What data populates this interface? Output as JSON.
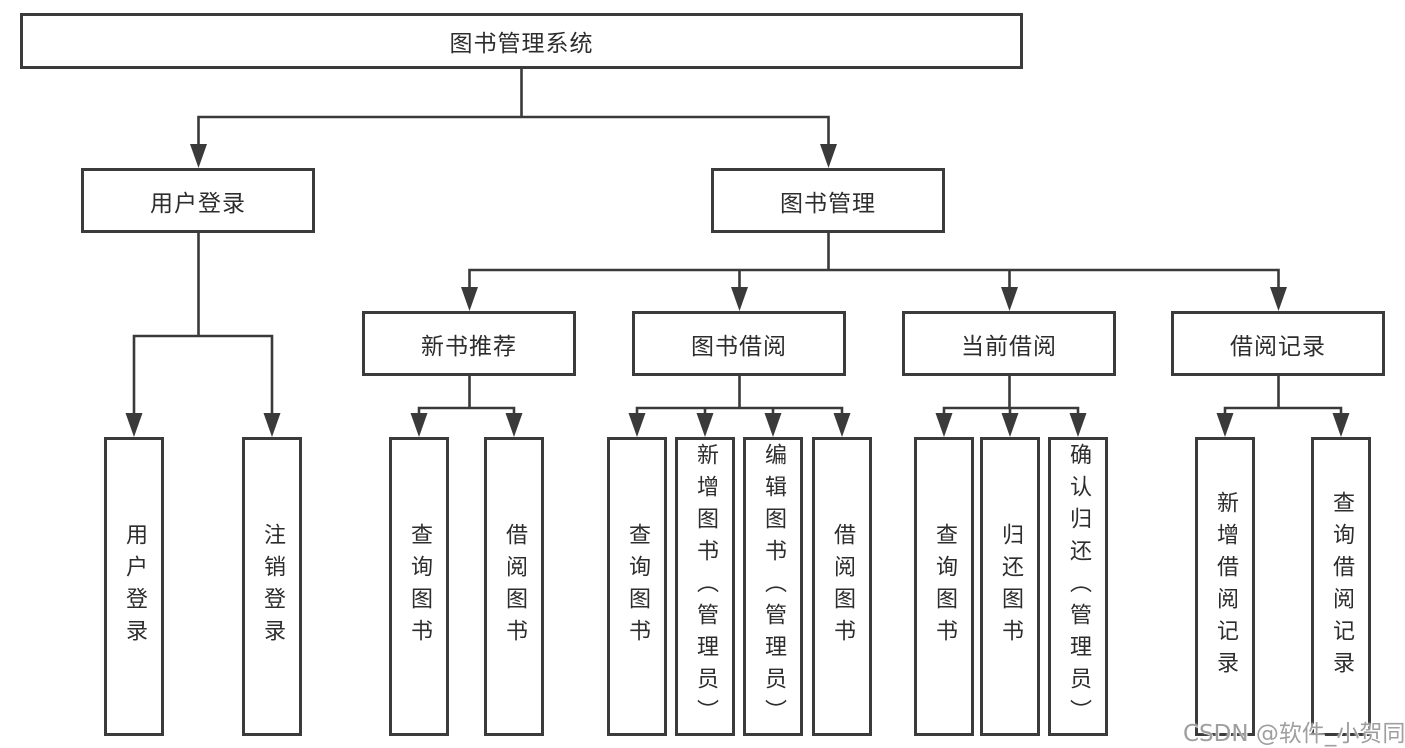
{
  "tree": {
    "label": "图书管理系统",
    "children": [
      {
        "label": "用户登录",
        "children": [
          {
            "label": "用户登录"
          },
          {
            "label": "注销登录"
          }
        ]
      },
      {
        "label": "图书管理",
        "children": [
          {
            "label": "新书推荐",
            "children": [
              {
                "label": "查询图书"
              },
              {
                "label": "借阅图书"
              }
            ]
          },
          {
            "label": "图书借阅",
            "children": [
              {
                "label": "查询图书"
              },
              {
                "label": "新增图书（管理员）"
              },
              {
                "label": "编辑图书（管理员）"
              },
              {
                "label": "借阅图书"
              }
            ]
          },
          {
            "label": "当前借阅",
            "children": [
              {
                "label": "查询图书"
              },
              {
                "label": "归还图书"
              },
              {
                "label": "确认归还（管理员）"
              }
            ]
          },
          {
            "label": "借阅记录",
            "children": [
              {
                "label": "新增借阅记录"
              },
              {
                "label": "查询借阅记录"
              }
            ]
          }
        ]
      }
    ]
  },
  "watermark": {
    "text": "CSDN @软件_小贺同学"
  },
  "colors": {
    "line": "#3a3a3a",
    "border": "#3b3b3b",
    "text": "#2d2d2d",
    "watermark": "#9f9f9f",
    "background": "#ffffff"
  }
}
